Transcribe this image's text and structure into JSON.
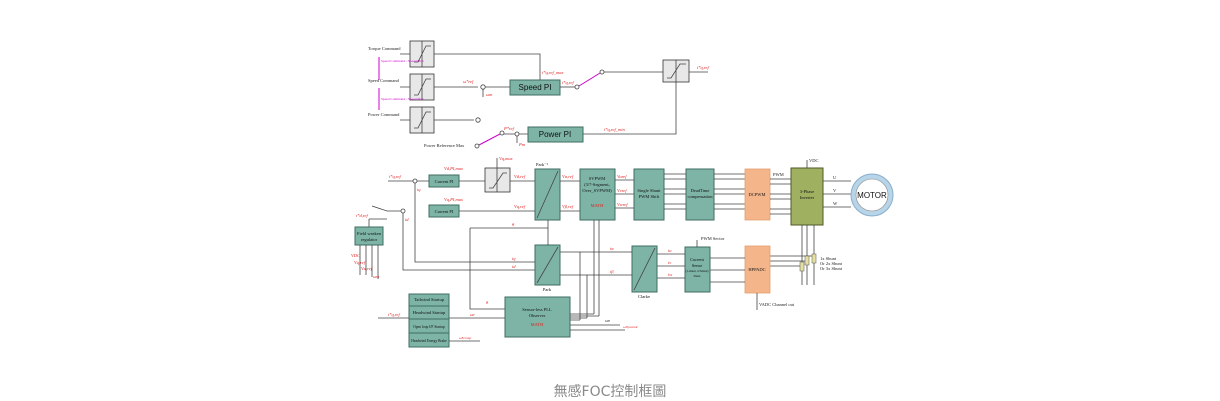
{
  "caption": "無感FOC控制框圖",
  "colors": {
    "control_block": "#7db4a5",
    "peripheral_block": "#f4b58b",
    "inverter_block": "#9fb061",
    "signal_label": "#e02020",
    "switch": "#d000d0"
  },
  "commands": {
    "torque": "Torque Command",
    "speed": "Speed Command",
    "power": "Power Command",
    "power_ref": "Power Reference Max",
    "speed_to_torque": "Speed Command - Speed Max",
    "power_to_speed": "Speed Command - Speed Max"
  },
  "blocks": {
    "speed_pi": "Speed PI",
    "power_pi": "Power PI",
    "current_pi": "Current PI",
    "park_inv": "Park⁻¹",
    "svpwm": [
      "SVPWM",
      "(3/7-Segment,",
      "Over_SVPWM)"
    ],
    "math": "MATH",
    "single_shunt": [
      "Single Shunt",
      "PWM Shift"
    ],
    "deadtime": [
      "DeadTime",
      "compensation"
    ],
    "dcpwm": "DCPWM",
    "inverter": [
      "3-Phase",
      "Inverter"
    ],
    "motor": "MOTOR",
    "field_weaken": [
      "Field weaken",
      "regulator"
    ],
    "park": "Park",
    "clarke": "Clarke",
    "current_sense": [
      "Current",
      "Sense",
      "(1-shunt, 2/3shunt)",
      "Shunt"
    ],
    "hppadc": "HPPADC",
    "pll": [
      "Sensor-less PLL",
      "Observer"
    ],
    "startup": [
      "Tailwind Startup",
      "Headwind Startup",
      "Open loop I/F Startup",
      "Headwind Energy Brake"
    ]
  },
  "signals": {
    "iq_ref_max": "i*q,ref_max",
    "iq_ref": "i*q,ref",
    "w_ref": "ω*ref",
    "wm": "ωm",
    "p_ref": "P*ref",
    "pm": "Pm",
    "iq_ref_min": "i*q,ref_min",
    "vd_pi_max": "Vd,PI,max",
    "vq_pi_max": "Vq,PI,max",
    "vq_max": "Vq,max",
    "vd_ref": "Vd,ref",
    "vq_ref": "Vq,ref",
    "va_ref": "Vα,ref",
    "vb_ref": "Vβ,ref",
    "id": "id",
    "iq": "iq",
    "id_ref": "i*d,ref",
    "theta": "θ",
    "ia": "iα",
    "ib": "iβ",
    "iu": "iu",
    "iv": "iv",
    "iw": "iw",
    "wr": "ωr",
    "vdc": "VDC",
    "vuref": "Vuref",
    "vvref": "Vvref",
    "vwref": "Vwref",
    "pwm": "PWM",
    "u": "U",
    "v": "V",
    "w": "W",
    "pwm_sector": "PWM Sector",
    "vadc": "VADC Channel out",
    "shunt": [
      "1x Shunt",
      "Or 2x Shunt",
      "Or 3x Shunt"
    ],
    "w_e": "ωe",
    "w_dynamic": "ωDynamic",
    "w_ecomp": "ωEcomp"
  }
}
